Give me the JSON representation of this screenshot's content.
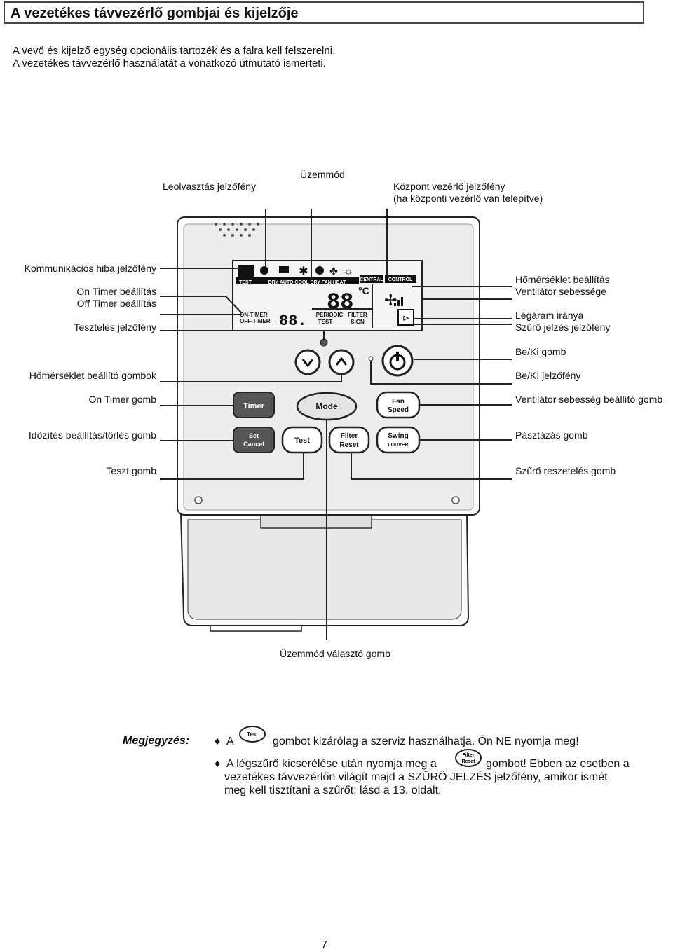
{
  "header": {
    "title": "A vezetékes távvezérlő gombjai és kijelzője"
  },
  "intro": {
    "line1": "A vevő és kijelző egység opcionális tartozék és a falra kell felszerelni.",
    "line2": "A vezetékes távvezérlő használatát a vonatkozó útmutató ismerteti."
  },
  "labels": {
    "defrost": "Leolvasztás jelzőfény",
    "mode": "Üzemmód",
    "central1": "Központ vezérlő jelzőfény",
    "central2": "(ha központi vezérlő van telepítve)",
    "comm_error": "Kommunikációs hiba jelzőfény",
    "on_timer_set": "On Timer beállítás",
    "off_timer_set": "Off Timer beállítás",
    "test_ind": "Tesztelés jelzőfény",
    "temp_btns": "Hőmérséklet beállító gombok",
    "on_timer_btn": "On Timer gomb",
    "timer_set_clear": "Időzítés beállítás/törlés gomb",
    "test_btn": "Teszt gomb",
    "temp_set": "Hőmérséklet beállítás",
    "fan_speed": "Ventilátor sebessége",
    "airflow": "Légáram iránya",
    "filter_ind": "Szűrő jelzés jelzőfény",
    "onoff_btn": "Be/Ki gomb",
    "onoff_light": "Be/KI jelzőfény",
    "fan_speed_btn": "Ventilátor sebesség beállító gomb",
    "swing_btn": "Pásztázás gomb",
    "filter_reset_btn": "Szűrő reszetelés gomb",
    "mode_select_btn": "Üzemmód választó gomb"
  },
  "lcd": {
    "test": "TEST",
    "modes": "DRY  AUTO COOL DRY  FAN  HEAT",
    "central": "CENTRAL",
    "control": "CONTROL",
    "temp": "88",
    "unit": "°C",
    "on_timer": "ON-TIMER",
    "off_timer": "OFF-TIMER",
    "time": "88.",
    "periodic": "PERIODIC",
    "test2": "TEST",
    "filter": "FILTER",
    "sign": "SIGN"
  },
  "buttons": {
    "timer": "Timer",
    "mode": "Mode",
    "fan": "Fan",
    "speed": "Speed",
    "set": "Set",
    "cancel": "Cancel",
    "test": "Test",
    "filter": "Filter",
    "reset": "Reset",
    "swing": "Swing",
    "louver": "LOUVER"
  },
  "notes": {
    "title": "Megjegyzés:",
    "n1_a": "A",
    "n1_b": "gombot kizárólag a szerviz használhatja. Ön NE nyomja meg!",
    "n2_a": "A légszűrő kicserélése után nyomja meg a",
    "n2_b": "gombot! Ebben az esetben a",
    "n2_c": "vezetékes távvezérlőn világít majd a SZŰRŐ JELZÉS jelzőfény, amikor ismét",
    "n2_d": "meg kell tisztítani a szűrőt; lásd a 13. oldalt.",
    "icon1": "Test",
    "icon2a": "Filter",
    "icon2b": "Reset"
  },
  "page": {
    "number": "7"
  }
}
